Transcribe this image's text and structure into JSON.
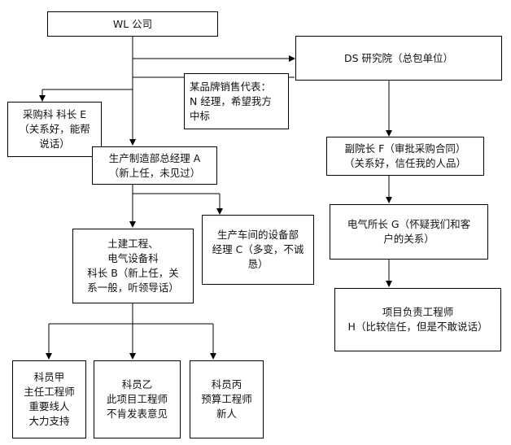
{
  "diagram": {
    "nodes": {
      "wl": "WL 公司",
      "ds": "DS 研究院（总包单位）",
      "rep": "某品牌销售代表：\nN 经理，希望我方\n中标",
      "e": "采购科   科长 E\n（关系好，能帮\n说话）",
      "a": "生产制造部总经理 A\n（新上任，未见过）",
      "b": "土建工程、\n电气设备科\n科长 B（新上任，关\n系一般，听领导话）",
      "c": "生产车间的设备部\n经理 C（多变，不诚\n恳）",
      "jia": "科员甲\n主任工程师\n重要线人\n大力支持",
      "yi": "科员乙\n此项目工程师\n不肯发表意见",
      "bing": "科员丙\n预算工程师\n新人",
      "f": "副院长 F（审批采购合同）\n（关系好，信任我的人品）",
      "g": "电气所长 G（怀疑我们和客\n户的关系）",
      "h": "项目负责工程师\nH（比较信任，但是不敢说话）"
    },
    "colors": {
      "line": "#000000",
      "border": "#000000",
      "background": "#ffffff"
    }
  }
}
